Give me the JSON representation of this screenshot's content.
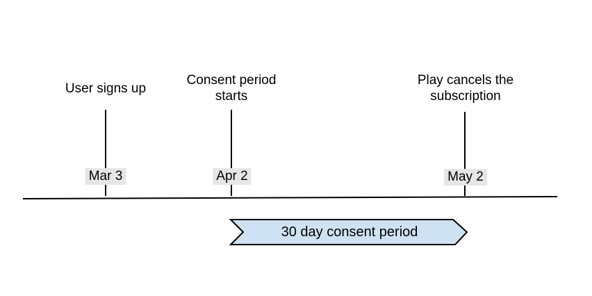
{
  "diagram": {
    "type": "timeline",
    "background": "#ffffff"
  },
  "events": [
    {
      "label": "User signs up",
      "date": "Mar 3"
    },
    {
      "label": "Consent period starts",
      "date": "Apr 2"
    },
    {
      "label": "Play cancels the subscription",
      "date": "May 2"
    }
  ],
  "duration_banner": {
    "label": "30 day consent period",
    "starts_at_date": "Apr 2",
    "ends_at_date": "May 2"
  },
  "colors": {
    "banner_fill": "#cfe2f3",
    "banner_stroke": "#000000",
    "date_badge_bg": "#e6e6e6",
    "line": "#000000",
    "text": "#000000"
  }
}
